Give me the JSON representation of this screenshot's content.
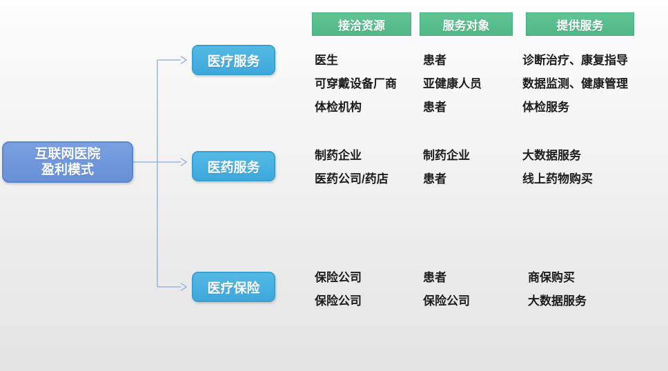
{
  "diagram": {
    "root_label": [
      "互联网医院",
      "盈利模式"
    ],
    "column_headers": [
      "接洽资源",
      "服务对象",
      "提供服务"
    ],
    "rows": [
      {
        "branch": "医疗服务",
        "cells": [
          [
            "医生",
            "可穿戴设备厂商",
            "体检机构"
          ],
          [
            "患者",
            "亚健康人员",
            "患者"
          ],
          [
            "诊断治疗、康复指导",
            "数据监测、健康管理",
            "体检服务"
          ]
        ]
      },
      {
        "branch": "医药服务",
        "cells": [
          [
            "制药企业",
            "医药公司/药店"
          ],
          [
            "制药企业",
            "患者"
          ],
          [
            "大数据服务",
            "线上药物购买"
          ]
        ]
      },
      {
        "branch": "医疗保险",
        "cells": [
          [
            "保险公司",
            "保险公司"
          ],
          [
            "患者",
            "保险公司"
          ],
          [
            "商保购买",
            "大数据服务"
          ]
        ]
      }
    ]
  },
  "colors": {
    "root_fill": "#6C96DB",
    "root_border": "#5C86CC",
    "branch_fill": "#45ADDE",
    "branch_border": "#35A2D4",
    "header_fill": "#5BBE8E",
    "header_border": "#44AE7C",
    "connector": "#8CA9E2",
    "text": "#1C1C1C",
    "node_text": "#FFFFFF"
  }
}
